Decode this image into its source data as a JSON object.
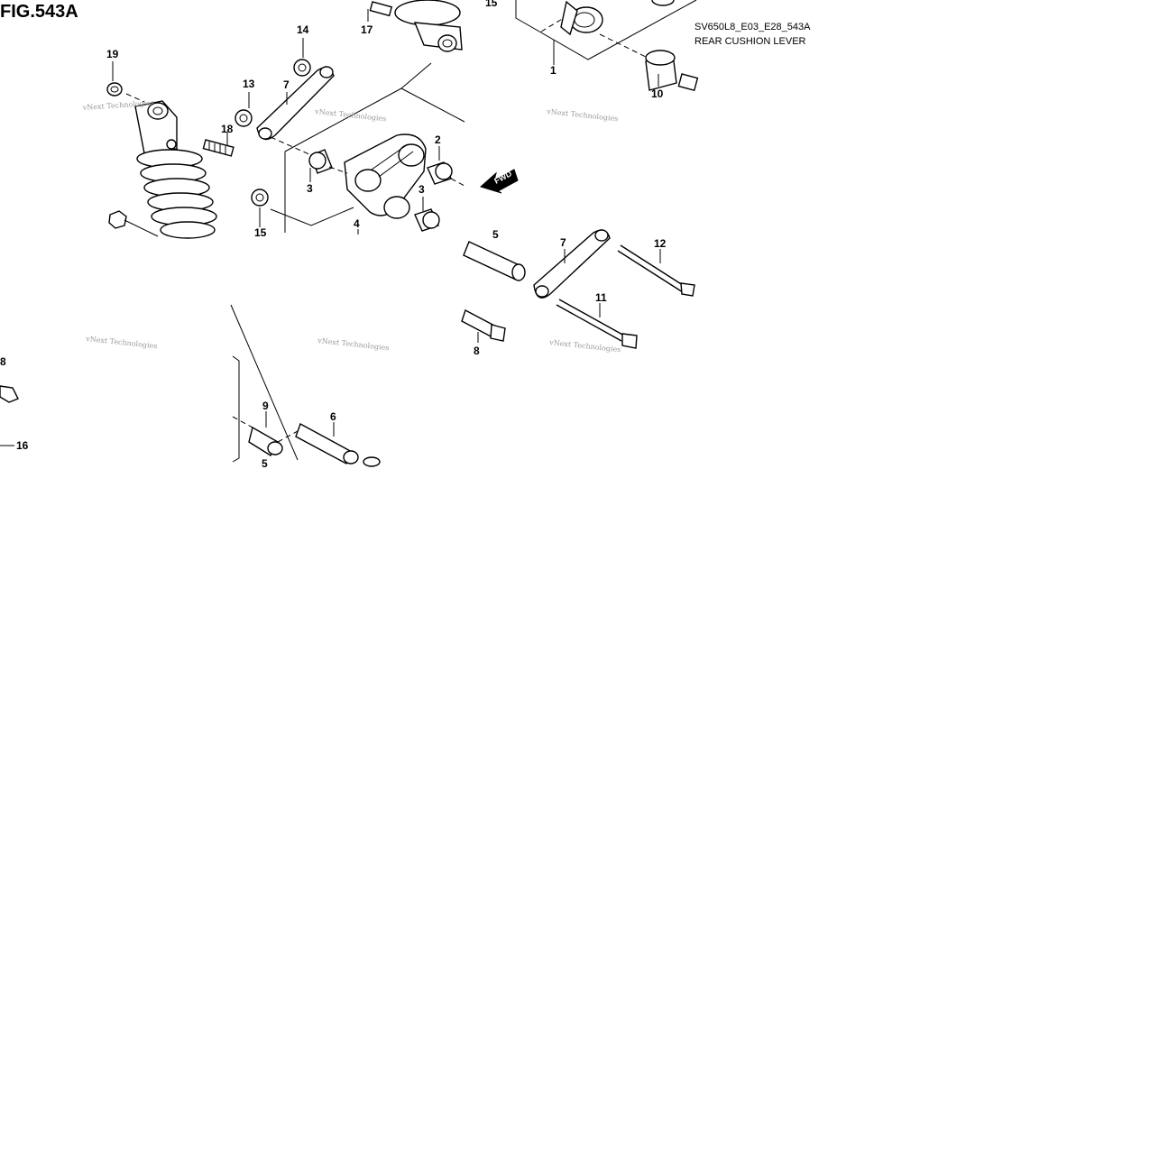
{
  "figure": {
    "title": "FIG.543A",
    "model_code": "SV650L8_E03_E28_543A",
    "subtitle": "REAR CUSHION LEVER",
    "fwd_label": "FWD"
  },
  "watermark": {
    "text": "vNext Technologies"
  },
  "callouts": [
    {
      "id": "1",
      "label": "1"
    },
    {
      "id": "2",
      "label": "2"
    },
    {
      "id": "3a",
      "label": "3"
    },
    {
      "id": "3b",
      "label": "3"
    },
    {
      "id": "4",
      "label": "4"
    },
    {
      "id": "5a",
      "label": "5"
    },
    {
      "id": "5b",
      "label": "5"
    },
    {
      "id": "6",
      "label": "6"
    },
    {
      "id": "7a",
      "label": "7"
    },
    {
      "id": "7b",
      "label": "7"
    },
    {
      "id": "8a",
      "label": "8"
    },
    {
      "id": "8b",
      "label": "8"
    },
    {
      "id": "9",
      "label": "9"
    },
    {
      "id": "10",
      "label": "10"
    },
    {
      "id": "11",
      "label": "11"
    },
    {
      "id": "12",
      "label": "12"
    },
    {
      "id": "13",
      "label": "13"
    },
    {
      "id": "14",
      "label": "14"
    },
    {
      "id": "15a",
      "label": "15"
    },
    {
      "id": "15b",
      "label": "15"
    },
    {
      "id": "16",
      "label": "16"
    },
    {
      "id": "17",
      "label": "17"
    },
    {
      "id": "18",
      "label": "18"
    },
    {
      "id": "19",
      "label": "19"
    }
  ]
}
